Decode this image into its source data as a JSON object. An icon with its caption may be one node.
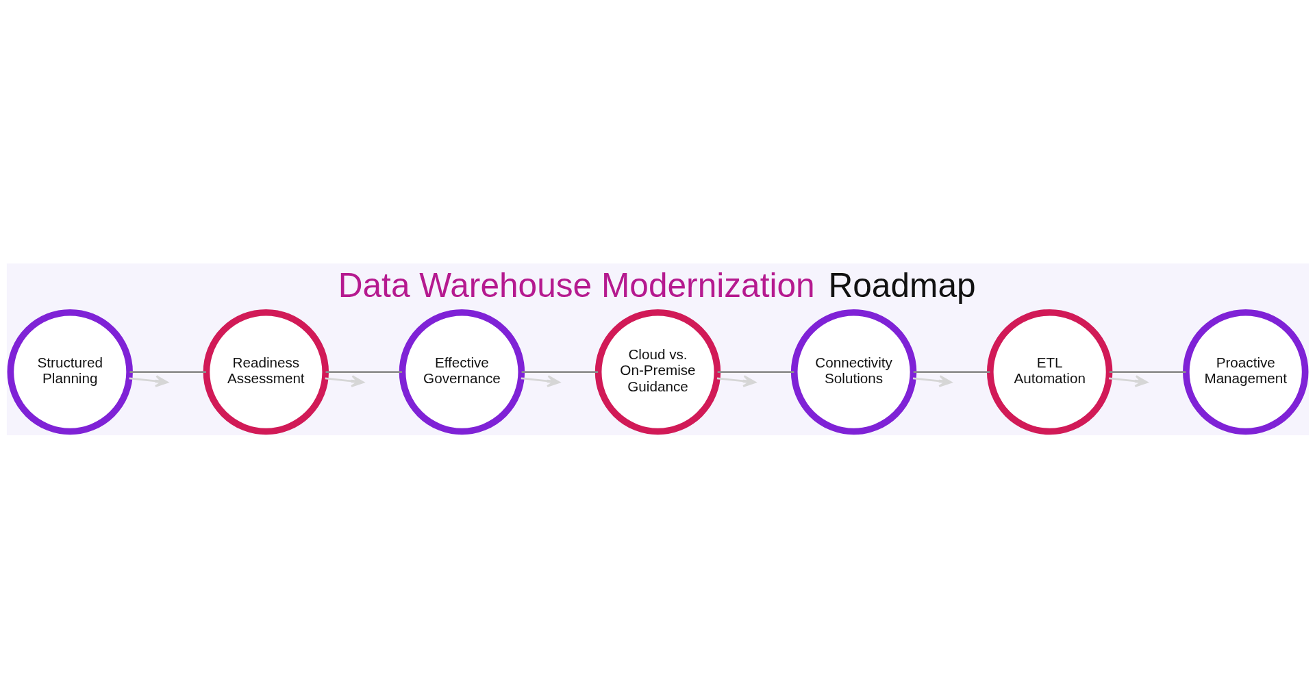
{
  "diagram": {
    "title": "Data Warehouse Modernization Roadmap",
    "nodes": [
      {
        "text": [
          "Structured Planning"
        ]
      },
      {
        "text": [
          "Readiness Assessment"
        ]
      },
      {
        "text": [
          "Effective Governance"
        ]
      },
      {
        "text": [
          "Cloud vs. On-Premise Guidance"
        ]
      },
      {
        "text": [
          "Connectivity Solutions"
        ]
      },
      {
        "text": [
          "ETL Automation"
        ]
      },
      {
        "text": [
          "Proactive Management"
        ]
      }
    ],
    "edges": [
      {
        "from": 0,
        "to": 1,
        "arrow": "none"
      },
      {
        "from": 0,
        "to": null,
        "arrow": "to",
        "color": "#d6d6d6"
      },
      {
        "from": 1,
        "to": 2,
        "arrow": "none"
      },
      {
        "from": 1,
        "to": null,
        "arrow": "to",
        "color": "#d6d6d6"
      },
      {
        "from": 2,
        "to": 3,
        "arrow": "none"
      },
      {
        "from": 2,
        "to": null,
        "arrow": "to",
        "color": "#d6d6d6"
      },
      {
        "from": 3,
        "to": 4,
        "arrow": "none"
      },
      {
        "from": 3,
        "to": null,
        "arrow": "to",
        "color": "#d6d6d6"
      },
      {
        "from": 4,
        "to": 5,
        "arrow": "none"
      },
      {
        "from": 4,
        "to": null,
        "arrow": "to",
        "color": "#d6d6d6"
      },
      {
        "from": 5,
        "to": 6,
        "arrow": "none"
      },
      {
        "from": 5,
        "to": null,
        "arrow": "to",
        "color": "#d6d6d6"
      }
    ]
  }
}
